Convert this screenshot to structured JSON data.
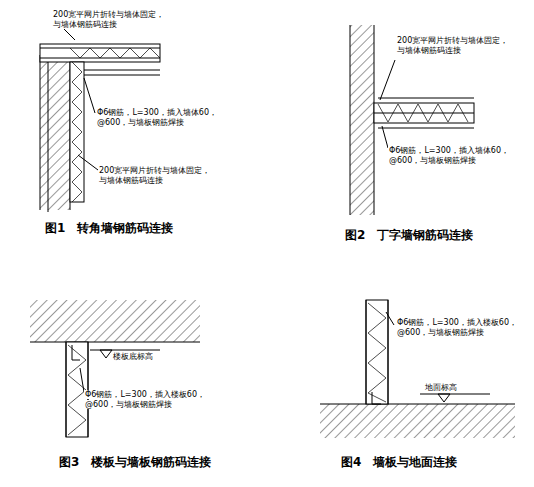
{
  "diagram": {
    "labels": [
      "200宽平网片折转与墙体固定，",
      "与墙体钢筋码连接",
      "Φ6钢筋，L=300，插入墙体60，",
      "@600，与墙板钢筋焊接",
      "200宽平网片折转与墙体固定，",
      "与墙体钢筋码连接",
      "图1　转角墙钢筋码连接",
      "200宽平网片折转与墙体固定，",
      "与墙体钢筋码连接",
      "Φ6钢筋，L=300，插入墙体60，",
      "@600，与墙板钢筋焊接",
      "图2　丁字墙钢筋码连接",
      "楼板底标高",
      "Φ6钢筋，L=300，插入楼板60，",
      "@600，与墙板钢筋焊接",
      "图3　楼板与墙板钢筋码连接",
      "Φ6钢筋，L=300，插入楼板60，",
      "@600，与墙板钢筋焊接",
      "地面标高",
      "图4　墙板与地面连接"
    ]
  }
}
